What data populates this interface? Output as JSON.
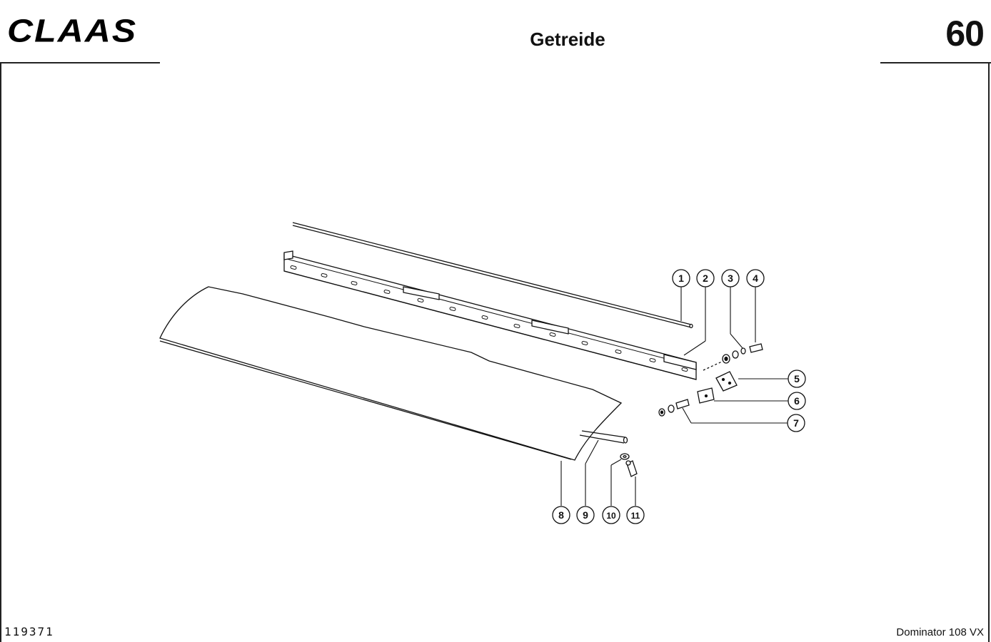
{
  "header": {
    "brand": "CLAAS",
    "title": "Getreide",
    "page_number": "60"
  },
  "footer": {
    "drawing_number": "119371",
    "model": "Dominator 108 VX"
  },
  "callouts": [
    "1",
    "2",
    "3",
    "4",
    "5",
    "6",
    "7",
    "8",
    "9",
    "10",
    "11"
  ]
}
